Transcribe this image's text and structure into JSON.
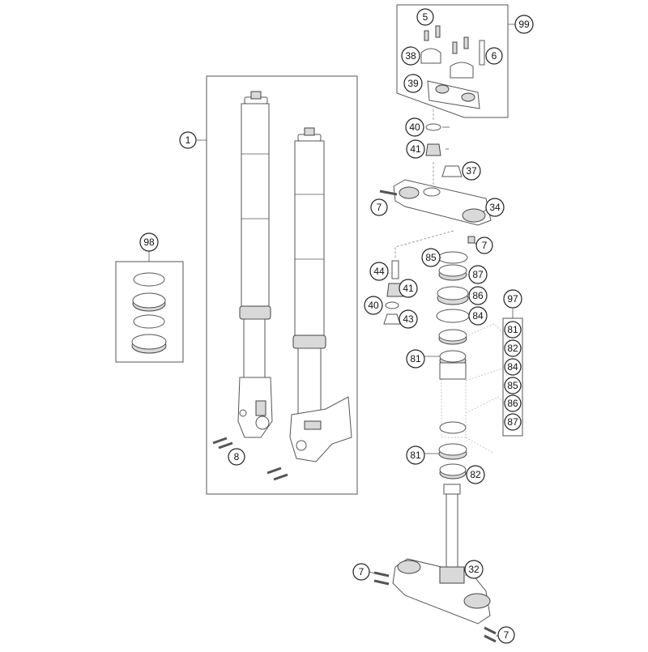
{
  "diagram": {
    "callouts": {
      "c1": "1",
      "c8": "8",
      "c98": "98",
      "c5": "5",
      "c99": "99",
      "c38": "38",
      "c6": "6",
      "c39": "39",
      "c40a": "40",
      "c41a": "41",
      "c37": "37",
      "c7a": "7",
      "c34": "34",
      "c7b": "7",
      "c85": "85",
      "c44": "44",
      "c87a": "87",
      "c41b": "41",
      "c86a": "86",
      "c40b": "40",
      "c84a": "84",
      "c43": "43",
      "c97": "97",
      "c81a": "81",
      "c81b": "81",
      "c82a": "82",
      "c32": "32",
      "c7c": "7",
      "c7d": "7"
    },
    "kit97": [
      "81",
      "82",
      "84",
      "85",
      "86",
      "87"
    ]
  }
}
